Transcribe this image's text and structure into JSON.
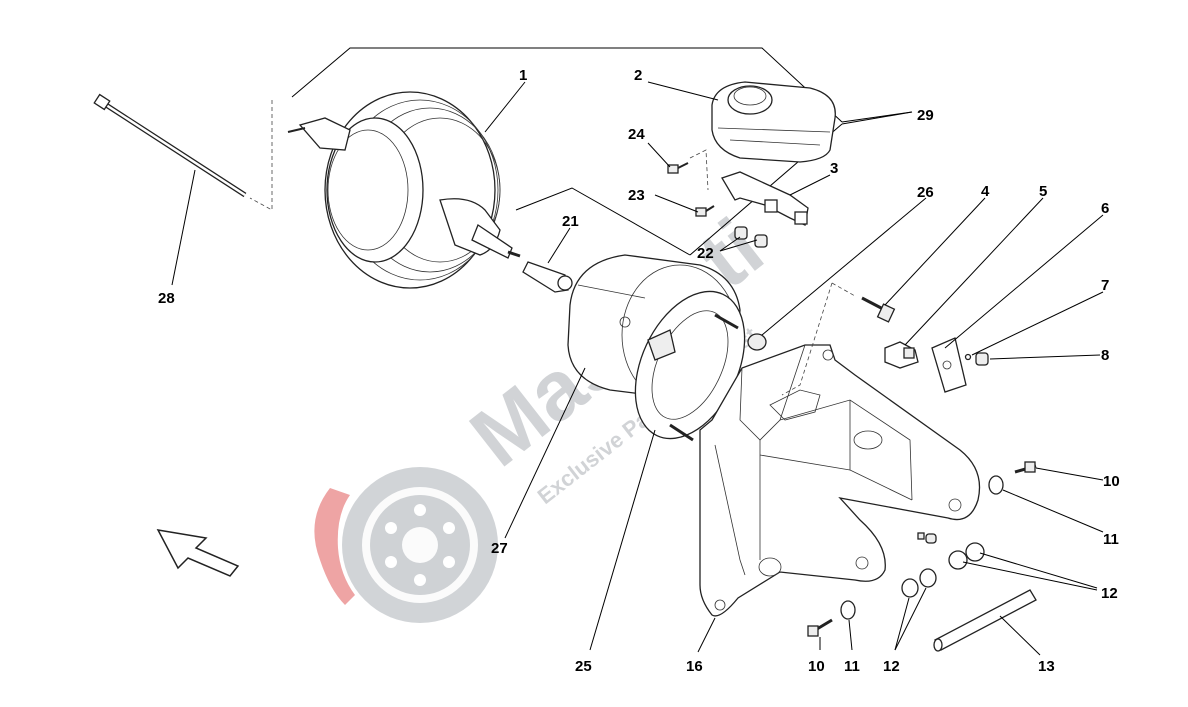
{
  "diagram": {
    "part_labels": {
      "p1": "1",
      "p2": "2",
      "p3": "3",
      "p4": "4",
      "p5": "5",
      "p6": "6",
      "p7": "7",
      "p8": "8",
      "p10a": "10",
      "p10b": "10",
      "p11a": "11",
      "p11b": "11",
      "p12a": "12",
      "p12b": "12",
      "p13": "13",
      "p16": "16",
      "p21": "21",
      "p22": "22",
      "p23": "23",
      "p24": "24",
      "p25": "25",
      "p26": "26",
      "p27": "27",
      "p28": "28",
      "p29": "29"
    },
    "watermark": {
      "brand": "Maserati",
      "tagline": "Exclusive Parts Specialist"
    }
  },
  "colors": {
    "watermark_gray": "#9aa0a6",
    "watermark_red": "#e05a5a",
    "line": "#222222"
  },
  "icons": {
    "direction_arrow": "arrow-up-left-icon",
    "logo": "brake-disc-logo"
  }
}
